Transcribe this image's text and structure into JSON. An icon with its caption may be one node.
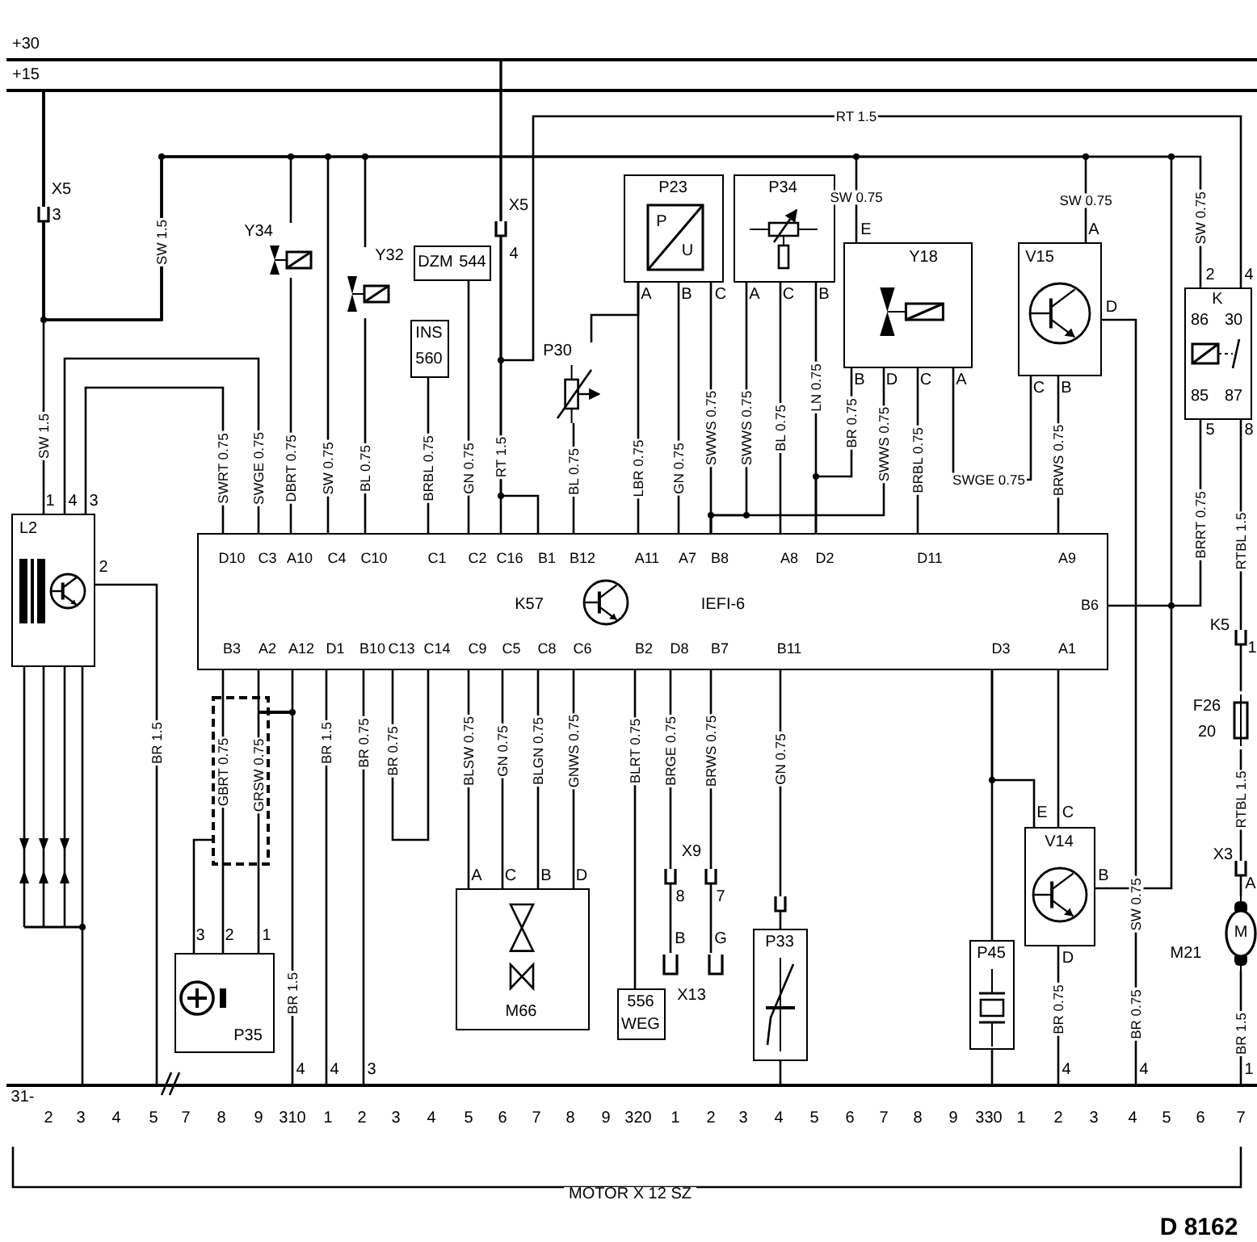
{
  "diagram": {
    "nodes": [
      {
        "text": [
          "+30"
        ]
      },
      {
        "text": [
          "+15"
        ]
      },
      {
        "text": [
          "31-"
        ],
        "beside": [
          "2",
          "3",
          "4",
          "5",
          "7",
          "8",
          "9",
          "310",
          "1",
          "2",
          "3",
          "4",
          "5",
          "6",
          "7",
          "8",
          "9",
          "320",
          "1",
          "2",
          "3",
          "4",
          "5",
          "6",
          "7",
          "8",
          "9",
          "330",
          "1",
          "2",
          "3",
          "4",
          "5",
          "6",
          "7"
        ]
      },
      {
        "text": [
          "L2"
        ]
      },
      {
        "text": [
          "Y34"
        ]
      },
      {
        "text": [
          "Y32"
        ]
      },
      {
        "text": [
          "INS",
          "560"
        ]
      },
      {
        "text": [
          "DZM",
          "544"
        ]
      },
      {
        "text": [
          "P30"
        ]
      },
      {
        "text": [
          "P23",
          "P",
          "U"
        ]
      },
      {
        "text": [
          "P34"
        ]
      },
      {
        "text": [
          "Y18"
        ]
      },
      {
        "text": [
          "V15"
        ]
      },
      {
        "text": [
          "K",
          "86",
          "30",
          "85",
          "87"
        ]
      },
      {
        "text": [
          "K57",
          "IEFI-6",
          "D10",
          "C3",
          "A10",
          "C4",
          "C10",
          "C1",
          "C2",
          "C16",
          "B1",
          "B12",
          "A11",
          "A7",
          "B8",
          "A8",
          "D2",
          "D11",
          "A9",
          "B6",
          "B3",
          "A2",
          "A12",
          "D1",
          "B10",
          "C13",
          "C14",
          "C9",
          "C5",
          "C8",
          "C6",
          "B2",
          "D8",
          "B7",
          "B11",
          "D3",
          "A1"
        ]
      },
      {
        "text": [
          "P35"
        ]
      },
      {
        "text": [
          "M66"
        ]
      },
      {
        "text": [
          "556",
          "WEG"
        ]
      },
      {
        "text": [
          "X13"
        ]
      },
      {
        "text": [
          "P33"
        ]
      },
      {
        "text": [
          "P45"
        ]
      },
      {
        "text": [
          "V14"
        ]
      },
      {
        "text": [
          "F26",
          "20"
        ]
      },
      {
        "text": [
          "M21",
          "M"
        ]
      }
    ],
    "edges": [
      {
        "from": 1,
        "to": 3,
        "arrow": "none",
        "label": "SW 1.5"
      },
      {
        "from": 1,
        "to": 4,
        "arrow": "none",
        "label": "SW 1.5"
      },
      {
        "from": 14,
        "to": 4,
        "arrow": "none",
        "label": "DBRT 0.75"
      },
      {
        "from": 1,
        "to": 14,
        "arrow": "none",
        "label": "SW 0.75"
      },
      {
        "from": 1,
        "to": 5,
        "arrow": "none"
      },
      {
        "from": 14,
        "to": 5,
        "arrow": "none",
        "label": "BL 0.75"
      },
      {
        "from": 14,
        "to": 3,
        "arrow": "none",
        "label": "SWRT 0.75"
      },
      {
        "from": 14,
        "to": 3,
        "arrow": "none",
        "label": "SWGE 0.75"
      },
      {
        "from": 14,
        "to": 6,
        "arrow": "none",
        "label": "BRBL 0.75"
      },
      {
        "from": 14,
        "to": 7,
        "arrow": "none",
        "label": "GN 0.75"
      },
      {
        "from": 14,
        "to": 0,
        "arrow": "none",
        "label": "RT 1.5"
      },
      {
        "from": 14,
        "to": 0,
        "arrow": "none"
      },
      {
        "from": 0,
        "to": 13,
        "arrow": "none",
        "label": "RT 1.5"
      },
      {
        "from": 14,
        "to": 8,
        "arrow": "none",
        "label": "BL 0.75"
      },
      {
        "from": 8,
        "to": 9,
        "arrow": "none"
      },
      {
        "from": 14,
        "to": 9,
        "arrow": "none",
        "label": "LBR 0.75"
      },
      {
        "from": 14,
        "to": 9,
        "arrow": "none",
        "label": "GN 0.75"
      },
      {
        "from": 14,
        "to": 9,
        "arrow": "none",
        "label": "SWWS 0.75"
      },
      {
        "from": 14,
        "to": 10,
        "arrow": "none",
        "label": "SWWS 0.75"
      },
      {
        "from": 14,
        "to": 11,
        "arrow": "none",
        "label": "SWWS 0.75"
      },
      {
        "from": 14,
        "to": 10,
        "arrow": "none",
        "label": "BL 0.75"
      },
      {
        "from": 14,
        "to": 10,
        "arrow": "none",
        "label": "LN 0.75"
      },
      {
        "from": 14,
        "to": 11,
        "arrow": "none",
        "label": "BR 0.75"
      },
      {
        "from": 14,
        "to": 11,
        "arrow": "none",
        "label": "BRBL 0.75"
      },
      {
        "from": 11,
        "to": 12,
        "arrow": "none",
        "label": "SWGE 0.75"
      },
      {
        "from": 14,
        "to": 12,
        "arrow": "none",
        "label": "BRWS 0.75"
      },
      {
        "from": 1,
        "to": 11,
        "arrow": "none",
        "label": "SW 0.75"
      },
      {
        "from": 1,
        "to": 12,
        "arrow": "none",
        "label": "SW 0.75"
      },
      {
        "from": 1,
        "to": 13,
        "arrow": "none",
        "label": "SW 0.75"
      },
      {
        "from": 1,
        "to": 21,
        "arrow": "none"
      },
      {
        "from": 14,
        "to": 13,
        "arrow": "none",
        "label": "BRRT 0.75"
      },
      {
        "from": 12,
        "to": 2,
        "arrow": "none",
        "label": "SW 0.75"
      },
      {
        "from": 13,
        "to": 22,
        "arrow": "none",
        "label": "RTBL 1.5"
      },
      {
        "from": 22,
        "to": 23,
        "arrow": "none",
        "label": "RTBL 1.5"
      },
      {
        "from": 23,
        "to": 2,
        "arrow": "none",
        "label": "BR 1.5"
      },
      {
        "from": 3,
        "to": 2,
        "arrow": "none",
        "label": "BR 1.5"
      },
      {
        "from": 3,
        "to": 2,
        "arrow": "none"
      },
      {
        "from": 14,
        "to": 15,
        "arrow": "none",
        "label": "GBRT 0.75"
      },
      {
        "from": 14,
        "to": 15,
        "arrow": "none",
        "label": "GRSW 0.75"
      },
      {
        "from": 14,
        "to": 2,
        "arrow": "none",
        "label": "BR 1.5"
      },
      {
        "from": 14,
        "to": 2,
        "arrow": "none",
        "label": "BR 1.5"
      },
      {
        "from": 14,
        "to": 2,
        "arrow": "none",
        "label": "BR 0.75"
      },
      {
        "from": 14,
        "to": 16,
        "arrow": "none",
        "label": "BLSW 0.75"
      },
      {
        "from": 14,
        "to": 16,
        "arrow": "none",
        "label": "GN 0.75"
      },
      {
        "from": 14,
        "to": 16,
        "arrow": "none",
        "label": "BLGN 0.75"
      },
      {
        "from": 14,
        "to": 16,
        "arrow": "none",
        "label": "GNWS 0.75"
      },
      {
        "from": 14,
        "to": 17,
        "arrow": "none",
        "label": "BLRT 0.75"
      },
      {
        "from": 14,
        "to": 18,
        "arrow": "none",
        "label": "BRGE 0.75"
      },
      {
        "from": 14,
        "to": 18,
        "arrow": "none",
        "label": "BRWS 0.75"
      },
      {
        "from": 14,
        "to": 19,
        "arrow": "none",
        "label": "GN 0.75"
      },
      {
        "from": 19,
        "to": 2,
        "arrow": "none"
      },
      {
        "from": 14,
        "to": 20,
        "arrow": "none"
      },
      {
        "from": 14,
        "to": 21,
        "arrow": "none"
      },
      {
        "from": 14,
        "to": 21,
        "arrow": "none"
      },
      {
        "from": 20,
        "to": 2,
        "arrow": "none"
      },
      {
        "from": 21,
        "to": 2,
        "arrow": "none",
        "label": "BR 0.75"
      }
    ],
    "labels": [
      "X5",
      "3",
      "X5",
      "4",
      "1",
      "4",
      "3",
      "2",
      "A",
      "B",
      "C",
      "A",
      "C",
      "B",
      "E",
      "B",
      "D",
      "C",
      "A",
      "A",
      "D",
      "C",
      "B",
      "2",
      "4",
      "5",
      "8",
      "BR 0.75",
      "K5",
      "1",
      "X3",
      "A",
      "E",
      "C",
      "B",
      "D",
      "A",
      "C",
      "B",
      "D",
      "3",
      "2",
      "1",
      "X9",
      "8",
      "7",
      "B",
      "G",
      "BR 0.75",
      "4",
      "4",
      "3",
      "4",
      "4",
      "1",
      "MOTOR X 12 SZ",
      "D 8162"
    ]
  }
}
